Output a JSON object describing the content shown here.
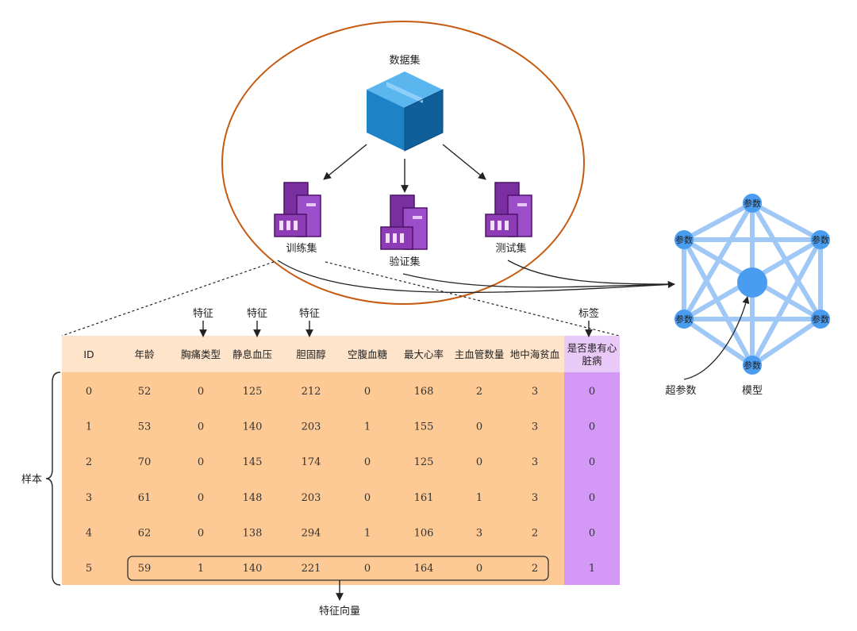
{
  "dataset": {
    "title": "数据集",
    "splits": [
      "训练集",
      "验证集",
      "测试集"
    ]
  },
  "table": {
    "feature_markers": [
      "特征",
      "特征",
      "特征"
    ],
    "label_marker": "标签",
    "columns": [
      "ID",
      "年龄",
      "胸痛类型",
      "静息血压",
      "胆固醇",
      "空腹血糖",
      "最大心率",
      "主血管数量",
      "地中海贫血"
    ],
    "label_column": [
      "是否患有心",
      "脏病"
    ],
    "rows": [
      [
        "0",
        "52",
        "0",
        "125",
        "212",
        "0",
        "168",
        "2",
        "3"
      ],
      [
        "1",
        "53",
        "0",
        "140",
        "203",
        "1",
        "155",
        "0",
        "3"
      ],
      [
        "2",
        "70",
        "0",
        "145",
        "174",
        "0",
        "125",
        "0",
        "3"
      ],
      [
        "3",
        "61",
        "0",
        "148",
        "203",
        "0",
        "161",
        "1",
        "3"
      ],
      [
        "4",
        "62",
        "0",
        "138",
        "294",
        "1",
        "106",
        "3",
        "2"
      ],
      [
        "5",
        "59",
        "1",
        "140",
        "221",
        "0",
        "164",
        "0",
        "2"
      ]
    ],
    "labels": [
      "0",
      "0",
      "0",
      "0",
      "0",
      "1"
    ],
    "samples_label": "样本",
    "feature_vector_label": "特征向量"
  },
  "model": {
    "param_label": "参数",
    "hyperparam_label": "超参数",
    "model_label": "模型"
  },
  "colors": {
    "ellipse": "#c55a11",
    "table_header": "#fde4cb",
    "table_body": "#fdc994",
    "label_header": "#e9c9f7",
    "label_body": "#d499f7",
    "node": "#4a9cf0",
    "edge": "#9fc8f7",
    "cube": "#1d83c6",
    "building": "#8e3bb6"
  }
}
